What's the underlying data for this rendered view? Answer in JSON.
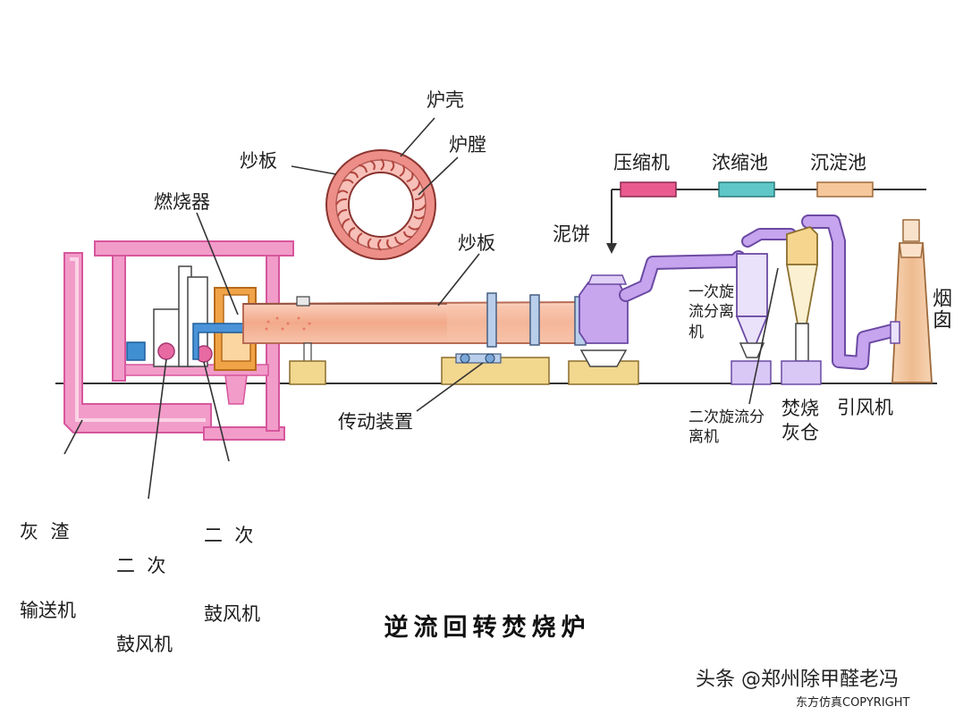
{
  "title": "逆流回转焚烧炉",
  "labels": {
    "furnace_shell": "炉壳",
    "furnace_chamber": "炉膛",
    "lifter_plate_top": "炒板",
    "burner": "燃烧器",
    "lifter_plate": "炒板",
    "sludge_cake": "泥饼",
    "compressor": "压缩机",
    "thickener": "浓缩池",
    "sedimentation_tank": "沉淀池",
    "chimney": "烟囱",
    "primary_cyclone": "一次旋流分离机",
    "secondary_cyclone": "二次旋流分离机",
    "ash_bin": "焚烧灰仓",
    "induced_fan": "引风机",
    "drive_unit": "传动装置",
    "ash_conveyor_1": "灰  渣",
    "ash_conveyor_2": "输送机",
    "secondary_blower_a_1": "二  次",
    "secondary_blower_a_2": "鼓风机",
    "secondary_blower_b_1": "二  次",
    "secondary_blower_b_2": "鼓风机"
  },
  "watermark": "头条 @郑州除甲醛老冯",
  "copyright": "东方仿真COPYRIGHT",
  "colors": {
    "frame_pink": "#e77bb6",
    "kiln_salmon": "#f5b69a",
    "pipe_purple": "#b692e6",
    "compressor_pink": "#ea5a8e",
    "thickener_teal": "#5fc7c7",
    "sediment_orange": "#f6c79b",
    "chimney_tan": "#f4c9a3",
    "support_yellow": "#f2d78f",
    "burner_orange": "#f0a447",
    "blue_pipe": "#4a93d8"
  }
}
